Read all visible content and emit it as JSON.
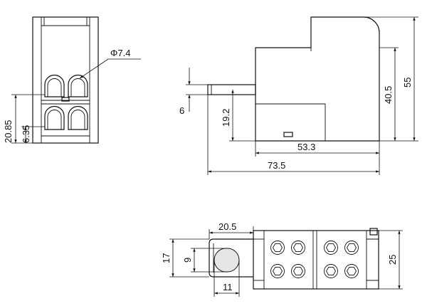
{
  "front_view": {
    "hole_diameter": "Φ7.4",
    "height_dim": "20.85",
    "offset_dim": "6.35"
  },
  "side_view": {
    "pin_thickness": "6",
    "pin_height": "19.2",
    "body_depth": "53.3",
    "overall_length": "73.5",
    "lower_height": "40.5",
    "overall_height": "55"
  },
  "top_view": {
    "tab_length": "20.5",
    "tab_width": "17",
    "slot_width": "9",
    "slot_length": "11",
    "body_width": "25"
  }
}
